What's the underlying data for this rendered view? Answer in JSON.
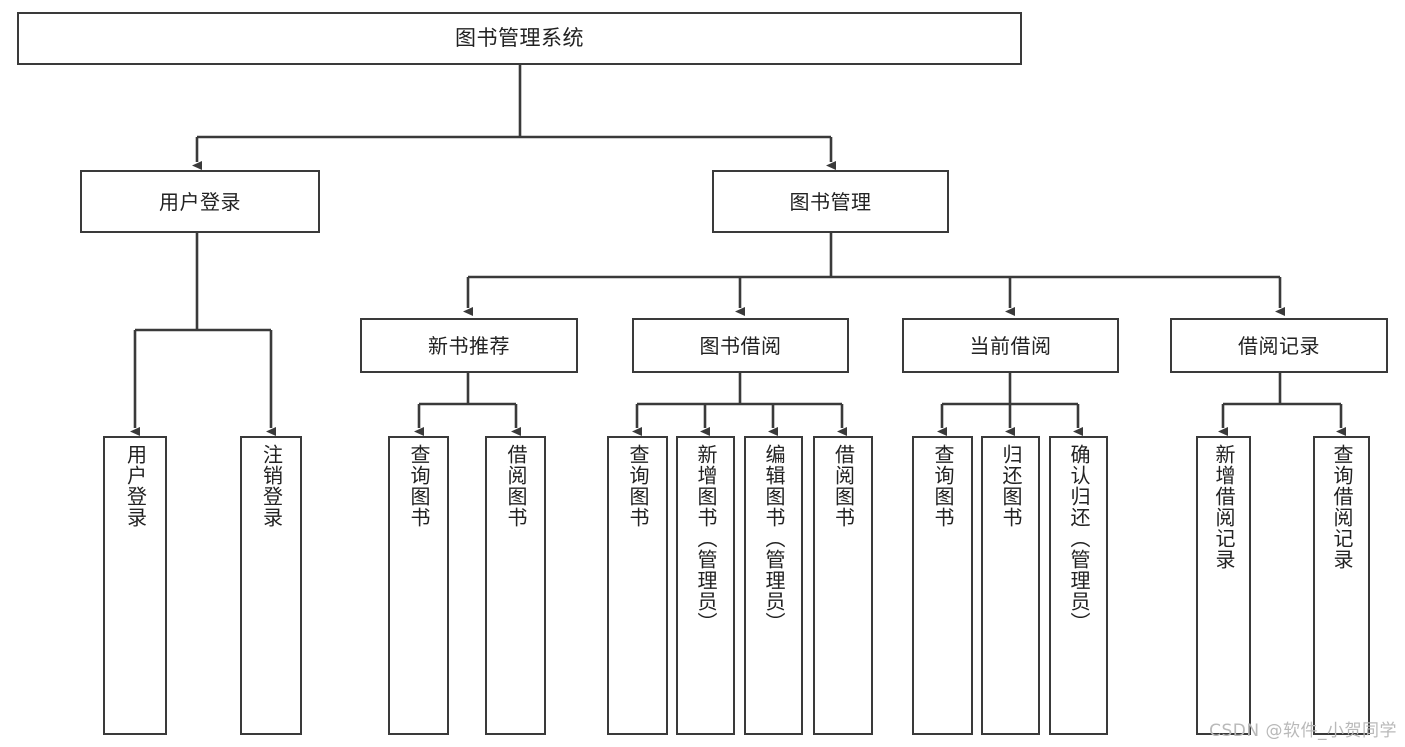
{
  "diagram": {
    "title": "图书管理系统",
    "type": "tree-hierarchy-diagram",
    "colors": {
      "background": "#ffffff",
      "box_border": "#3a3a3a",
      "box_fill": "#ffffff",
      "connector": "#3a3a3a",
      "text": "#222222",
      "watermark": "#b9b9b9"
    },
    "nodes": {
      "root": {
        "label": "图书管理系统"
      },
      "level2": [
        {
          "label": "用户登录"
        },
        {
          "label": "图书管理"
        }
      ],
      "level3": [
        {
          "label": "新书推荐"
        },
        {
          "label": "图书借阅"
        },
        {
          "label": "当前借阅"
        },
        {
          "label": "借阅记录"
        }
      ],
      "leaves": {
        "user_login": [
          {
            "label": "用户登录"
          },
          {
            "label": "注销登录"
          }
        ],
        "new_book_recommend": [
          {
            "label": "查询图书"
          },
          {
            "label": "借阅图书"
          }
        ],
        "book_borrow": [
          {
            "label": "查询图书"
          },
          {
            "label": "新增图书（管理员）"
          },
          {
            "label": "编辑图书（管理员）"
          },
          {
            "label": "借阅图书"
          }
        ],
        "current_borrow": [
          {
            "label": "查询图书"
          },
          {
            "label": "归还图书"
          },
          {
            "label": "确认归还（管理员）"
          }
        ],
        "borrow_record": [
          {
            "label": "新增借阅记录"
          },
          {
            "label": "查询借阅记录"
          }
        ]
      }
    }
  },
  "watermark": {
    "text": "CSDN @软件_小贺同学"
  }
}
